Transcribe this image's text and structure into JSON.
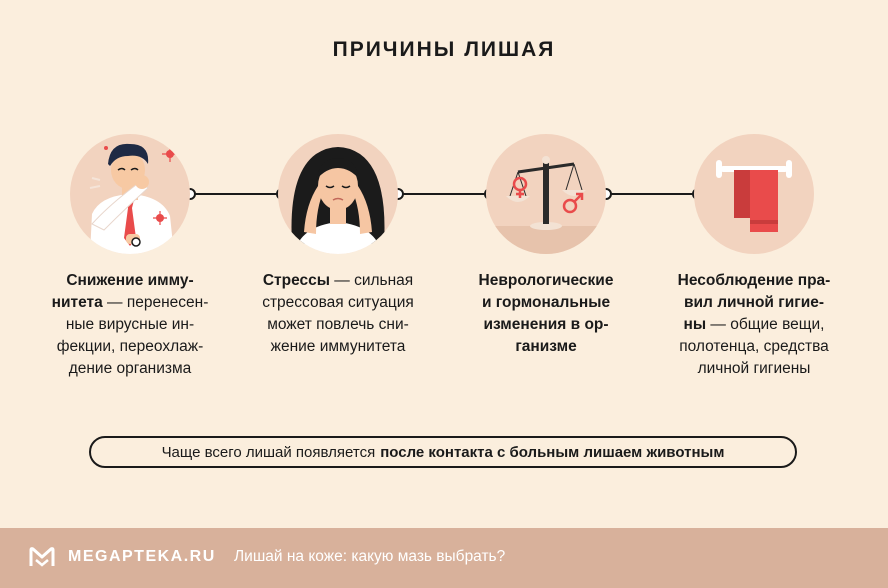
{
  "title": "ПРИЧИНЫ ЛИШАЯ",
  "causes": [
    {
      "icon": "man-sneezing-illustration",
      "lines": [
        {
          "bold": "Снижение имму-",
          "rest": ""
        },
        {
          "bold": "нитета",
          "rest": " — перенесен-"
        },
        {
          "bold": "",
          "rest": "ные вирусные ин-"
        },
        {
          "bold": "",
          "rest": "фекции, переохлаж-"
        },
        {
          "bold": "",
          "rest": "дение организма"
        }
      ]
    },
    {
      "icon": "stressed-woman-illustration",
      "lines": [
        {
          "bold": "Стрессы",
          "rest": " — сильная"
        },
        {
          "bold": "",
          "rest": "стрессовая ситуация"
        },
        {
          "bold": "",
          "rest": "может повлечь сни-"
        },
        {
          "bold": "",
          "rest": "жение иммунитета"
        }
      ]
    },
    {
      "icon": "hormone-scales-illustration",
      "lines": [
        {
          "bold": "Неврологические",
          "rest": ""
        },
        {
          "bold": "и гормональные",
          "rest": ""
        },
        {
          "bold": "изменения в ор-",
          "rest": ""
        },
        {
          "bold": "ганизме",
          "rest": ""
        }
      ]
    },
    {
      "icon": "towel-illustration",
      "lines": [
        {
          "bold": "Несоблюдение пра-",
          "rest": ""
        },
        {
          "bold": "вил личной гигие-",
          "rest": ""
        },
        {
          "bold": "ны",
          "rest": " — общие вещи,"
        },
        {
          "bold": "",
          "rest": "полотенца, средства"
        },
        {
          "bold": "",
          "rest": "личной гигиены"
        }
      ]
    }
  ],
  "note": {
    "text": "Чаще всего лишай появляется",
    "bold": "после контакта с больным лишаем животным"
  },
  "footer": {
    "brand": "MEGAPTEKA.RU",
    "link": "Лишай на коже: какую мазь выбрать?"
  },
  "colors": {
    "background": "#fbeedd",
    "circle": "#f2d3bf",
    "footer": "#d8b19b",
    "accent_red": "#e94b4b"
  }
}
